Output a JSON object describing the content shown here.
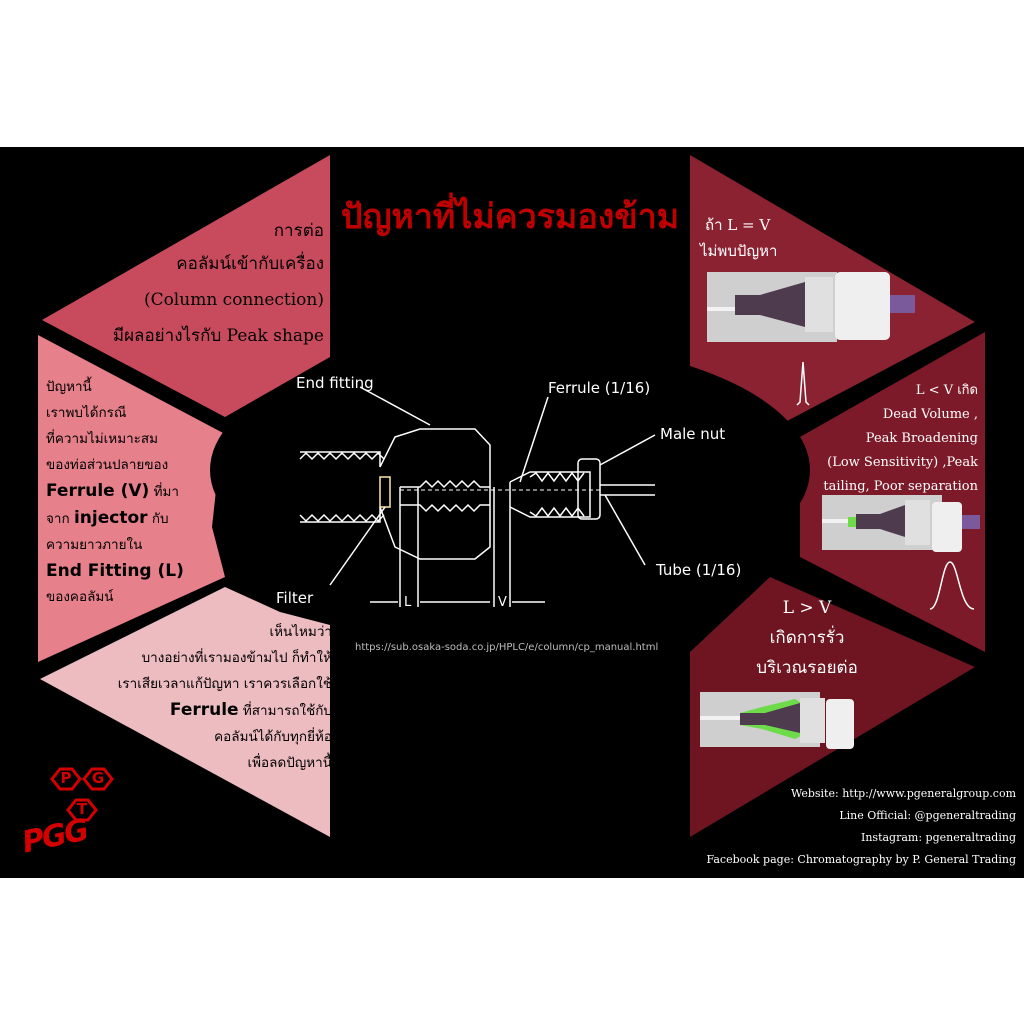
{
  "title": "ปัญหาที่ไม่ควรมองข้าม",
  "top_left": {
    "line1": "การต่อ",
    "line2": "คอลัมน์เข้ากับเครื่อง",
    "line3": "(Column connection)",
    "line4": "มีผลอย่างไรกับ Peak shape"
  },
  "mid_left": {
    "l1": "ปัญหานี้",
    "l2": "เราพบได้กรณี",
    "l3": "ที่ความไม่เหมาะสม",
    "l4": "ของท่อส่วนปลายของ",
    "l5a": "Ferrule (V)",
    "l5b": " ที่มา",
    "l6a": "จาก ",
    "l6b": "injector",
    "l6c": " กับ",
    "l7": "ความยาวภายใน",
    "l8": "End Fitting (L)",
    "l9": "ของคอลัมน์"
  },
  "bottom_left": {
    "l1": "เห็นไหมว่า",
    "l2": "บางอย่างที่เรามองข้ามไป ก็ทำให้",
    "l3": "เราเสียเวลาแก้ปัญหา เราควรเลือกใช้",
    "l4a": "Ferrule",
    "l4b": " ที่สามารถใช้กับ",
    "l5": "คอลัมน์ได้กับทุกยี่ห้อ",
    "l6": "เพื่อลดปัญหานี้"
  },
  "diagram": {
    "end_fitting": "End fitting",
    "ferrule": "Ferrule (1/16)",
    "male_nut": "Male nut",
    "filter": "Filter",
    "tube": "Tube (1/16)",
    "L": "L",
    "V": "V"
  },
  "source_url": "https://sub.osaka-soda.co.jp/HPLC/e/column/cp_manual.html",
  "right_top": {
    "l1": "ถ้า   L = V",
    "l2": "ไม่พบปัญหา"
  },
  "right_mid": {
    "l1": "L <  V  เกิด",
    "l2": "Dead Volume ,",
    "l3": "Peak Broadening",
    "l4": "(Low Sensitivity)  ,Peak",
    "l5": "tailing, Poor  separation"
  },
  "right_bottom": {
    "l1": "L > V",
    "l2": "เกิดการรั่ว",
    "l3": "บริเวณรอยต่อ"
  },
  "footer": {
    "website": "Website: http://www.pgeneralgroup.com",
    "line": "Line Official: @pgeneraltrading",
    "instagram": "Instagram: pgeneraltrading",
    "facebook": "Facebook page: Chromatography by P. General Trading"
  },
  "logo": {
    "p": "P",
    "g": "G",
    "t": "T",
    "brand": "PGG"
  },
  "colors": {
    "title_red": "#c00000",
    "panel_top_left": "#c84b5d",
    "panel_mid_left": "#e6808b",
    "panel_bottom_left": "#edbcc1",
    "panel_right": "#7a1e2c"
  }
}
